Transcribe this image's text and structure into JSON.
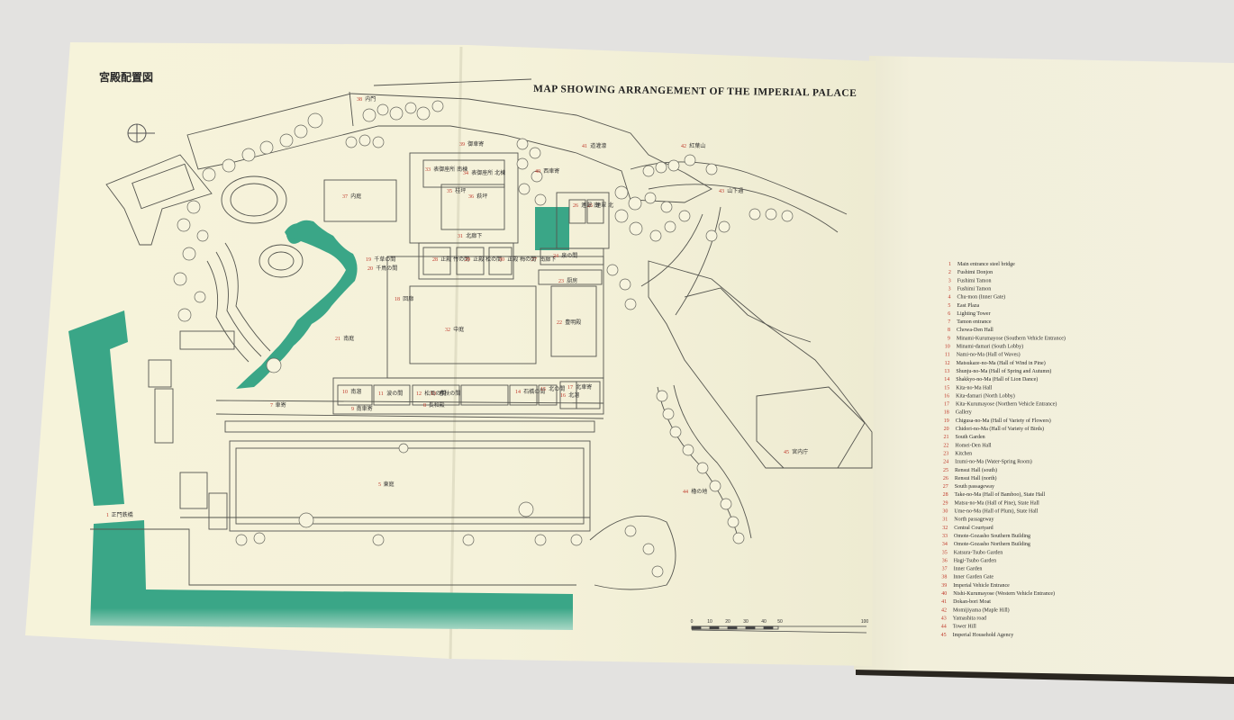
{
  "map": {
    "title_en": "MAP SHOWING ARRANGEMENT OF THE IMPERIAL PALACE",
    "title_jp": "宮殿配置図",
    "colors": {
      "paper": "#f4f1d9",
      "right_page": "#f1efdc",
      "water": "#3aa687",
      "line": "#5a5a55",
      "number_red": "#c0392b"
    },
    "scale": {
      "ticks": [
        "0",
        "10",
        "20",
        "30",
        "40",
        "50",
        "100"
      ]
    },
    "areas": [
      {
        "num": "1",
        "text": "正門鉄橋"
      },
      {
        "num": "5",
        "text": "東庭"
      },
      {
        "num": "7",
        "text": "車寄"
      },
      {
        "num": "8",
        "text": "長和殿"
      },
      {
        "num": "9",
        "text": "南車寄"
      },
      {
        "num": "10",
        "text": "南溜"
      },
      {
        "num": "11",
        "text": "波の間"
      },
      {
        "num": "12",
        "text": "松風の間"
      },
      {
        "num": "13",
        "text": "春秋の間"
      },
      {
        "num": "14",
        "text": "石橋の間"
      },
      {
        "num": "15",
        "text": "北の間"
      },
      {
        "num": "16",
        "text": "北溜"
      },
      {
        "num": "17",
        "text": "北車寄"
      },
      {
        "num": "18",
        "text": "回廊"
      },
      {
        "num": "19",
        "text": "千草の間"
      },
      {
        "num": "20",
        "text": "千鳥の間"
      },
      {
        "num": "21",
        "text": "南庭"
      },
      {
        "num": "22",
        "text": "豊明殿"
      },
      {
        "num": "23",
        "text": "厨房"
      },
      {
        "num": "24",
        "text": "泉の間"
      },
      {
        "num": "25",
        "text": "連翠 北"
      },
      {
        "num": "26",
        "text": "連翠 南"
      },
      {
        "num": "27",
        "text": "南廊下"
      },
      {
        "num": "28",
        "text": "正殿 竹の間"
      },
      {
        "num": "29",
        "text": "正殿 松の間"
      },
      {
        "num": "30",
        "text": "正殿 梅の間"
      },
      {
        "num": "31",
        "text": "北廊下"
      },
      {
        "num": "32",
        "text": "中庭"
      },
      {
        "num": "33",
        "text": "表御座所 南棟"
      },
      {
        "num": "34",
        "text": "表御座所 北棟"
      },
      {
        "num": "35",
        "text": "桂坪"
      },
      {
        "num": "36",
        "text": "萩坪"
      },
      {
        "num": "37",
        "text": "内庭"
      },
      {
        "num": "38",
        "text": "内門"
      },
      {
        "num": "39",
        "text": "御車寄"
      },
      {
        "num": "40",
        "text": "西車寄"
      },
      {
        "num": "41",
        "text": "道灌濠"
      },
      {
        "num": "42",
        "text": "紅葉山"
      },
      {
        "num": "43",
        "text": "山下通"
      },
      {
        "num": "44",
        "text": "櫓の地"
      },
      {
        "num": "45",
        "text": "宮内庁"
      }
    ]
  },
  "legend": {
    "items": [
      {
        "num": "1",
        "name": "Main entrance steel bridge"
      },
      {
        "num": "2",
        "name": "Fushimi Donjon"
      },
      {
        "num": "3",
        "name": "Fushimi Tamon"
      },
      {
        "num": "3",
        "name": "Fushimi Tamon"
      },
      {
        "num": "4",
        "name": "Chu-mon (Inner Gate)"
      },
      {
        "num": "5",
        "name": "East Plaza"
      },
      {
        "num": "6",
        "name": "Lighting Tower"
      },
      {
        "num": "7",
        "name": "Tamon entrance"
      },
      {
        "num": "8",
        "name": "Chowa-Den Hall"
      },
      {
        "num": "9",
        "name": "Minami-Kurumayose (Southern Vehicle Entrance)"
      },
      {
        "num": "10",
        "name": "Minami-damari (South Lobby)"
      },
      {
        "num": "11",
        "name": "Nami-no-Ma (Hall of Waves)"
      },
      {
        "num": "12",
        "name": "Matsukaze-no-Ma (Hall of Wind in Pine)"
      },
      {
        "num": "13",
        "name": "Shunju-no-Ma (Hall of Spring and Autumn)"
      },
      {
        "num": "14",
        "name": "Shakkyo-no-Ma (Hall of Lion Dance)"
      },
      {
        "num": "15",
        "name": "Kita-no-Ma Hall"
      },
      {
        "num": "16",
        "name": "Kita-damari (North Lobby)"
      },
      {
        "num": "17",
        "name": "Kita-Kurumayose (Northern Vehicle Entrance)"
      },
      {
        "num": "18",
        "name": "Gallery"
      },
      {
        "num": "19",
        "name": "Chigusa-no-Ma (Hall of Variety of Flowers)"
      },
      {
        "num": "20",
        "name": "Chidori-no-Ma (Hall of Variety of Birds)"
      },
      {
        "num": "21",
        "name": "South Garden"
      },
      {
        "num": "22",
        "name": "Homei-Den Hall"
      },
      {
        "num": "23",
        "name": "Kitchen"
      },
      {
        "num": "24",
        "name": "Izumi-no-Ma (Water-Spring Room)"
      },
      {
        "num": "25",
        "name": "Rensui Hall (south)"
      },
      {
        "num": "26",
        "name": "Rensui Hall (north)"
      },
      {
        "num": "27",
        "name": "South passageway"
      },
      {
        "num": "28",
        "name": "Take-no-Ma (Hall of Bamboo), State Hall"
      },
      {
        "num": "29",
        "name": "Matsu-no-Ma (Hall of Pine), State Hall"
      },
      {
        "num": "30",
        "name": "Ume-no-Ma (Hall of Plum), State Hall"
      },
      {
        "num": "31",
        "name": "North passageway"
      },
      {
        "num": "32",
        "name": "Central Courtyard"
      },
      {
        "num": "33",
        "name": "Omote-Gozasho Southern Building"
      },
      {
        "num": "34",
        "name": "Omote-Gozasho Northern Building"
      },
      {
        "num": "35",
        "name": "Katsura-Tsubo Garden"
      },
      {
        "num": "36",
        "name": "Hagi-Tsubo Garden"
      },
      {
        "num": "37",
        "name": "Inner Garden"
      },
      {
        "num": "38",
        "name": "Inner Garden Gate"
      },
      {
        "num": "39",
        "name": "Imperial Vehicle Entrance"
      },
      {
        "num": "40",
        "name": "Nishi-Kurumayose (Western Vehicle Entrance)"
      },
      {
        "num": "41",
        "name": "Dokan-bori Moat"
      },
      {
        "num": "42",
        "name": "Momijiyama (Maple Hill)"
      },
      {
        "num": "43",
        "name": "Yamashita road"
      },
      {
        "num": "44",
        "name": "Tower Hill"
      },
      {
        "num": "45",
        "name": "Imperial Household Agency"
      }
    ]
  }
}
